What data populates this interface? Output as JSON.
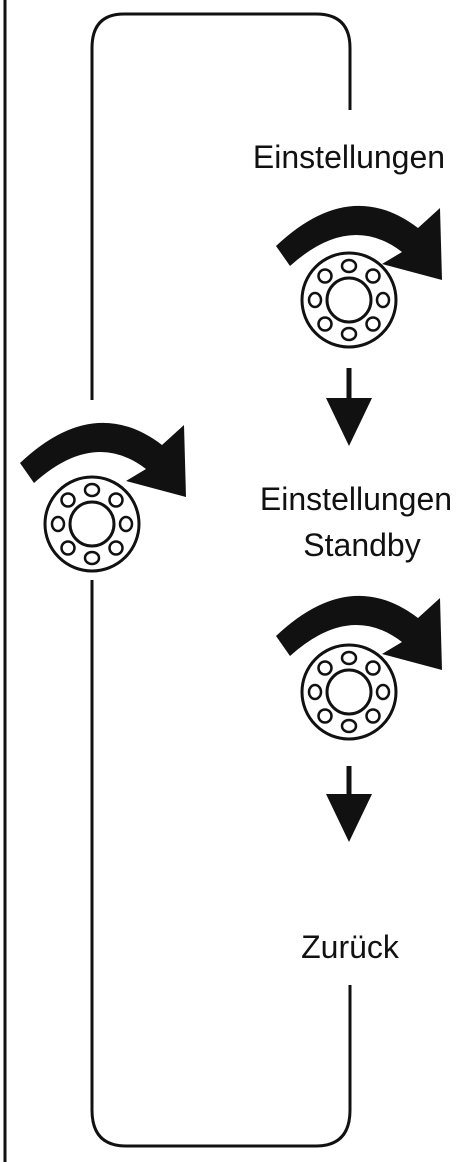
{
  "diagram": {
    "labels": {
      "step1": "Einstellungen",
      "step2_line1": "Einstellungen",
      "step2_line2": "Standby",
      "step3": "Zurück"
    },
    "icons": [
      "rotate-knob-icon",
      "knob-icon",
      "arrow-down-icon"
    ],
    "colors": {
      "ink": "#111111",
      "background": "#ffffff"
    }
  }
}
